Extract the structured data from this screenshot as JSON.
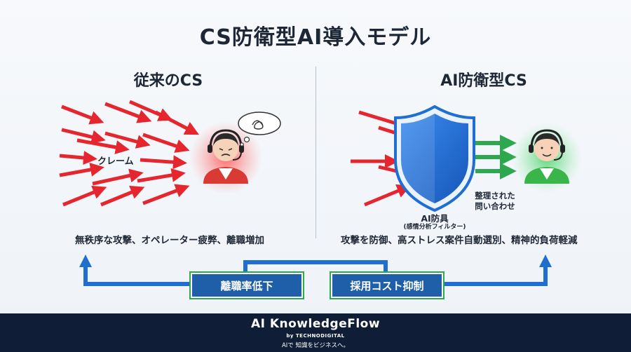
{
  "title": "CS防衛型AI導入モデル",
  "left": {
    "heading": "従来のCS",
    "claim_label": "クレーム",
    "caption": "無秩序な攻撃、オペレーター疲弊、離職増加"
  },
  "right": {
    "heading": "AI防衛型CS",
    "shield_label": "AI防具",
    "shield_sublabel": "(感情分析フィルター)",
    "output_label_line1": "整理された",
    "output_label_line2": "問い合わせ",
    "caption": "攻撃を防御、高ストレス案件自動選別、精神的負荷軽減"
  },
  "outcomes": {
    "box1": "離職率低下",
    "box2": "採用コスト抑制"
  },
  "footer": {
    "brand": "AI KnowledgeFlow",
    "by": "by TECHNODIGITAL",
    "tagline": "AIで 知識をビジネスへ。"
  },
  "colors": {
    "attack_red": "#e5262e",
    "ok_green": "#2ea84f",
    "shield_blue": "#1f6fd1",
    "box_blue": "#1f5ea8",
    "footer_navy": "#0f1e36"
  }
}
